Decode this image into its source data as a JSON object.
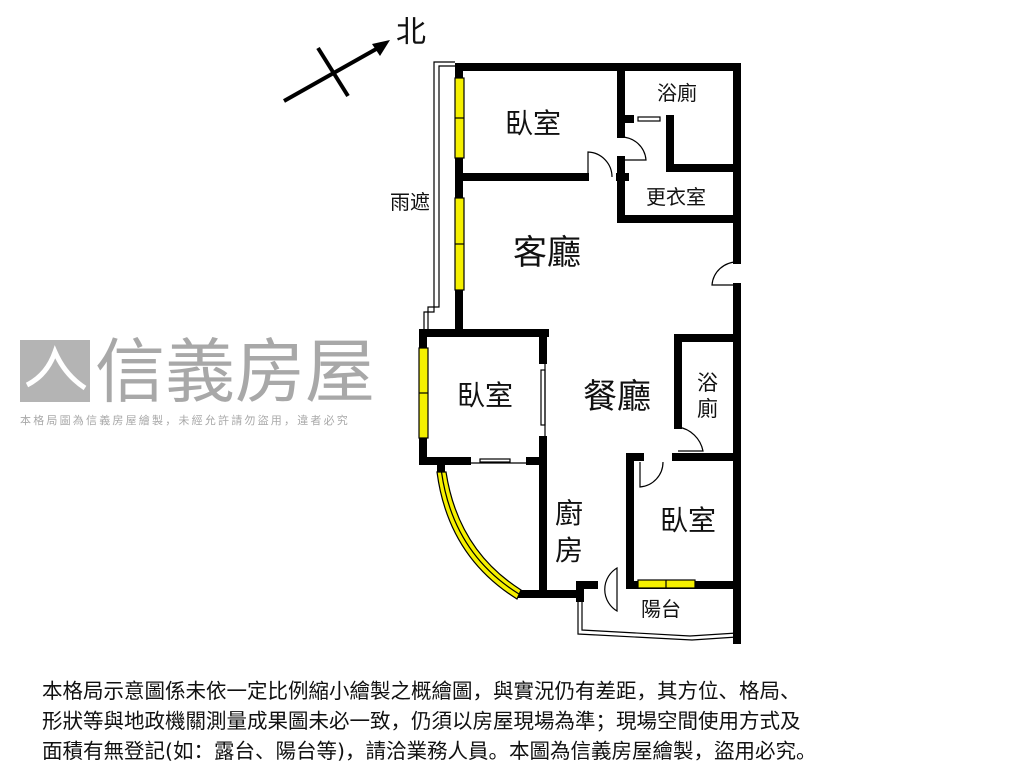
{
  "compass": {
    "north_label": "北"
  },
  "rooms": {
    "bedroom_top": "臥室",
    "bath_top": "浴廁",
    "closet": "更衣室",
    "rain_shelter": "雨遮",
    "living_room": "客廳",
    "bedroom_left": "臥室",
    "dining_room": "餐廳",
    "bath_right_line1": "浴",
    "bath_right_line2": "廁",
    "kitchen_line1": "廚",
    "kitchen_line2": "房",
    "bedroom_right": "臥室",
    "balcony": "陽台"
  },
  "watermark": {
    "brand": "信義房屋",
    "notice": "本格局圖為信義房屋繪製，未經允許請勿盜用，違者必究"
  },
  "colors": {
    "wall": "#000000",
    "window": "#f5f000",
    "watermark": "#9a9a9a"
  },
  "disclaimer": [
    "本格局示意圖係未依一定比例縮小繪製之概繪圖，與實況仍有差距，其方位、格局、",
    "形狀等與地政機關測量成果圖未必一致，仍須以房屋現場為準；現場空間使用方式及",
    "面積有無登記(如：露台、陽台等)，請洽業務人員。本圖為信義房屋繪製，盜用必究。"
  ]
}
